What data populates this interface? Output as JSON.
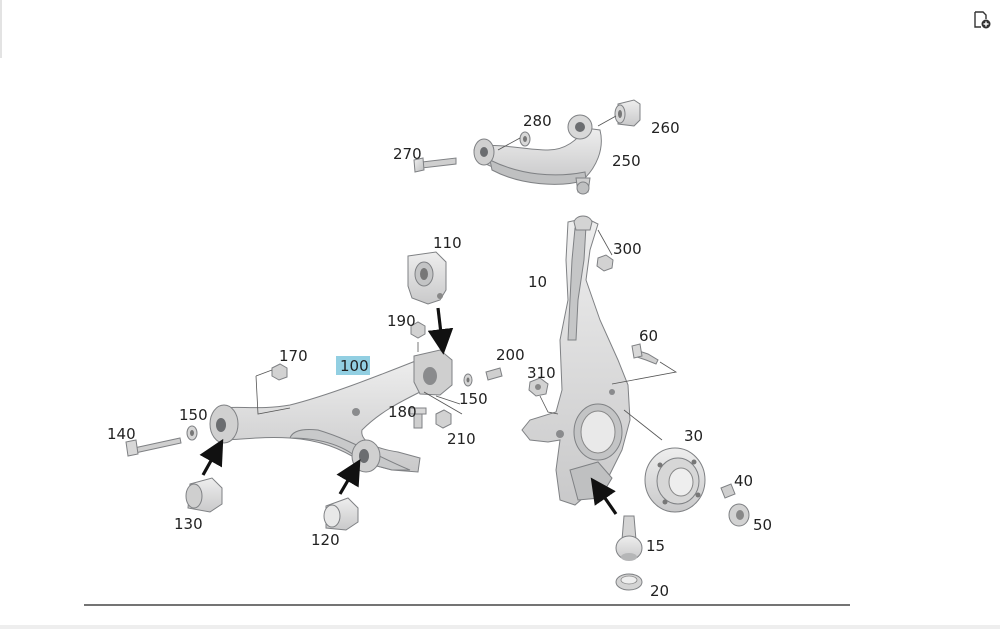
{
  "toolbar": {
    "add_icon": "add-page-icon"
  },
  "colors": {
    "part_fill": "#dcdcdc",
    "part_light": "#ebebeb",
    "part_dark": "#9ea0a3",
    "highlight": "#92cfe2",
    "label": "#222222"
  },
  "callouts": [
    {
      "id": "10",
      "label": "10"
    },
    {
      "id": "15",
      "label": "15"
    },
    {
      "id": "20",
      "label": "20"
    },
    {
      "id": "30",
      "label": "30"
    },
    {
      "id": "40",
      "label": "40"
    },
    {
      "id": "50",
      "label": "50"
    },
    {
      "id": "60",
      "label": "60"
    },
    {
      "id": "100",
      "label": "100",
      "highlighted": true
    },
    {
      "id": "110",
      "label": "110"
    },
    {
      "id": "120",
      "label": "120"
    },
    {
      "id": "130",
      "label": "130"
    },
    {
      "id": "140",
      "label": "140"
    },
    {
      "id": "150a",
      "label": "150"
    },
    {
      "id": "150b",
      "label": "150"
    },
    {
      "id": "170",
      "label": "170"
    },
    {
      "id": "180",
      "label": "180"
    },
    {
      "id": "190",
      "label": "190"
    },
    {
      "id": "200",
      "label": "200"
    },
    {
      "id": "210",
      "label": "210"
    },
    {
      "id": "250",
      "label": "250"
    },
    {
      "id": "260",
      "label": "260"
    },
    {
      "id": "270",
      "label": "270"
    },
    {
      "id": "280",
      "label": "280"
    },
    {
      "id": "300",
      "label": "300"
    },
    {
      "id": "310",
      "label": "310"
    }
  ]
}
